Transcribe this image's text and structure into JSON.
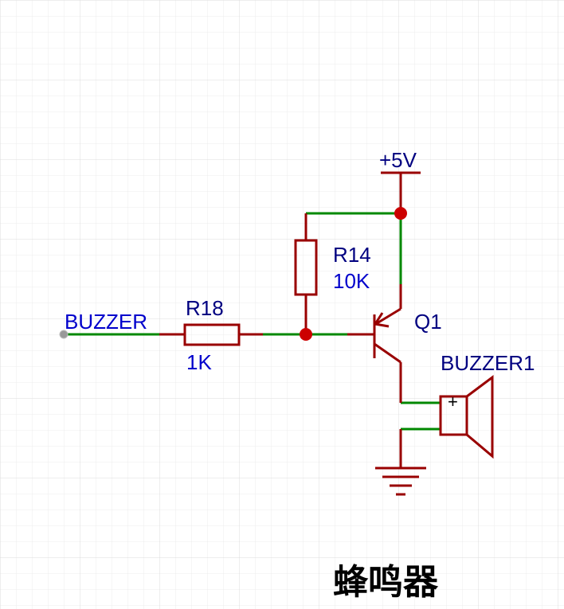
{
  "colors": {
    "wire": "#008800",
    "component": "#990000",
    "label_blue": "#0000cc",
    "label_navy": "#000080",
    "junction": "#cc0000",
    "net_port": "#999999",
    "grid_minor": "#ececec",
    "grid_major": "#dcdcdc",
    "title": "#000000"
  },
  "net_label": "BUZZER",
  "power_label": "+5V",
  "components": {
    "r18": {
      "designator": "R18",
      "value": "1K"
    },
    "r14": {
      "designator": "R14",
      "value": "10K"
    },
    "q1": {
      "designator": "Q1"
    },
    "buzzer": {
      "designator": "BUZZER1",
      "polarity": "+"
    }
  },
  "title": "蜂鸣器"
}
